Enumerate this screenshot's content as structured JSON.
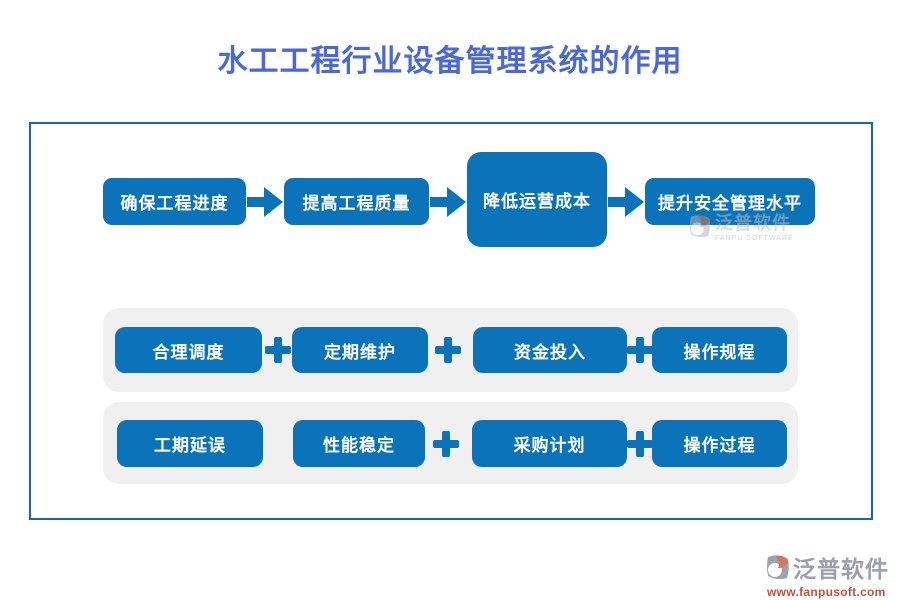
{
  "title": "水工工程行业设备管理系统的作用",
  "colors": {
    "box_blue": "#0a73ba",
    "title_blue": "#4b68d8",
    "frame_border_blue": "#1467ad",
    "band_gray": "#f0f0f0",
    "logo_gray": "#999fab",
    "logo_url_red": "#c0503a"
  },
  "flow": {
    "steps": [
      {
        "label": "确保工程进度"
      },
      {
        "label": "提高工程质量"
      },
      {
        "label": "降低运营成本",
        "emphasized": true
      },
      {
        "label": "提升安全管理水平"
      }
    ]
  },
  "row_measures": {
    "items": [
      "合理调度",
      "定期维护",
      "资金投入",
      "操作规程"
    ],
    "separator_icon": "plus-icon"
  },
  "row_risks": {
    "items": [
      "工期延误",
      "性能稳定",
      "采购计划",
      "操作过程"
    ],
    "separator_icon": "plus-icon"
  },
  "watermark": {
    "brand": "泛普软件",
    "subtitle": "FANPU SOFTWARE"
  },
  "footer_logo": {
    "brand": "泛普软件",
    "url": "www.fanpusoft.com"
  }
}
